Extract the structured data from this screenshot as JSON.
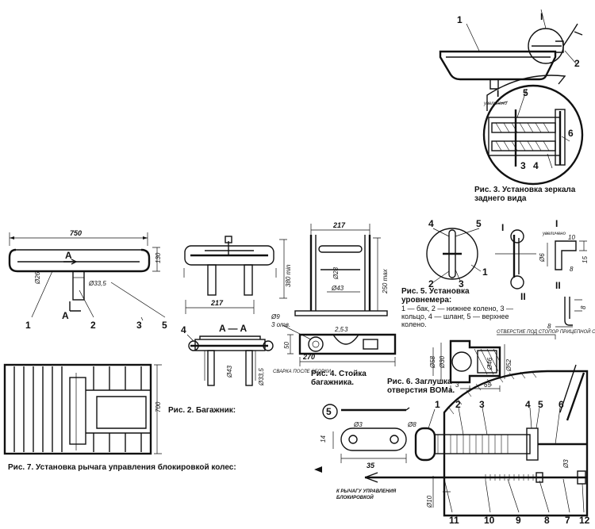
{
  "captions": {
    "fig3": "Рис. 3. Установка зеркала заднего вида",
    "fig2": "Рис. 2. Багажник:",
    "fig4": "Рис. 4. Стойка багажника.",
    "fig5_title": "Рис. 5. Установка уровнемера:",
    "fig5_legend": "1 — бак, 2 — нижнее колено, 3 — кольцо, 4 — шланг, 5 — верхнее колено.",
    "fig6": "Рис. 6. Заглушка отверстия ВОМа.",
    "fig7": "Рис. 7. Установка рычага управления блокировкой колес:"
  },
  "fig3": {
    "labels": [
      "1",
      "I",
      "2",
      "I",
      "увеличено",
      "5",
      "6",
      "3",
      "4"
    ]
  },
  "fig2": {
    "dims": [
      "750",
      "130",
      "Ø26",
      "Ø33,5",
      "700",
      "217",
      "380 min",
      "Ø43",
      "Ø33,5"
    ],
    "labels": [
      "A",
      "A",
      "1",
      "2",
      "3",
      "5",
      "4",
      "A — A"
    ],
    "note": "СВАРКА ПОСЛЕ СБОРКИ"
  },
  "fig4": {
    "dims": [
      "217",
      "Ø28",
      "Ø43",
      "250 max",
      "Ø9",
      "3 отв.",
      "50",
      "270",
      "2,5",
      "3"
    ]
  },
  "fig5": {
    "labels": [
      "4",
      "5",
      "2",
      "3",
      "1",
      "I",
      "II",
      "I",
      "увеличено",
      "II"
    ],
    "dims": [
      "10",
      "Ø6",
      "15",
      "8",
      "8",
      "8"
    ]
  },
  "fig6": {
    "dims": [
      "Ø58",
      "Ø30",
      "Ø46",
      "Ø52",
      "3",
      "65"
    ],
    "note": "ОТВЕРСТИЕ ПОД СТОПОР ПРИЦЕПНОЙ СКОБЫ"
  },
  "fig7": {
    "labels": [
      "5",
      "1",
      "2",
      "3",
      "4",
      "5",
      "6",
      "11",
      "10",
      "9",
      "8",
      "7",
      "12"
    ],
    "dims": [
      "Ø3",
      "Ø8",
      "14",
      "35",
      "Ø3",
      "Ø10"
    ],
    "note": "К РЫЧАГУ УПРАВЛЕНИЯ БЛОКИРОВКОЙ"
  }
}
